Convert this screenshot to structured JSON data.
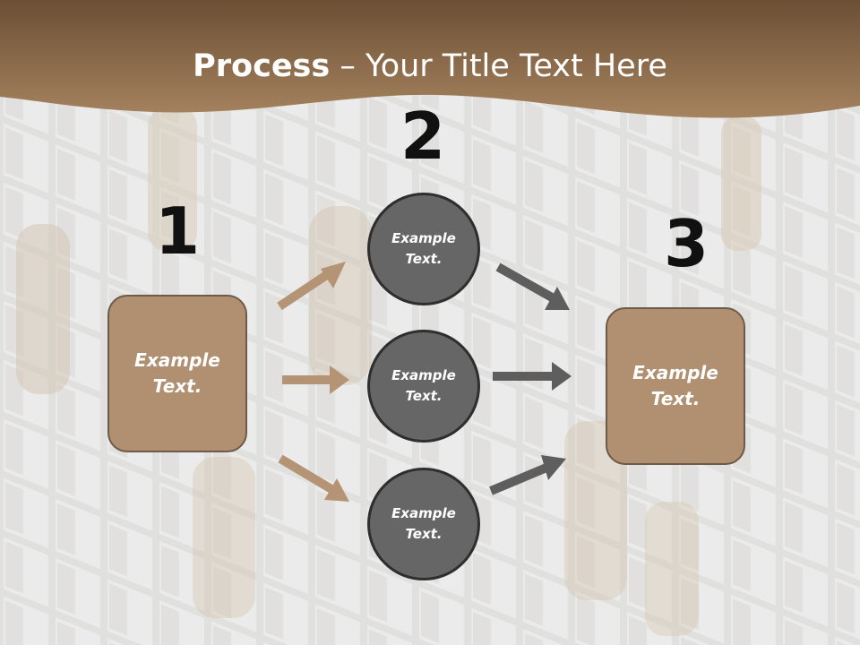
{
  "slide": {
    "title_bold": "Process",
    "title_rest": " – Your Title Text Here",
    "colors": {
      "header_brown": "#9b7a58",
      "box_tan": "#b09070",
      "circle_gray": "#666666",
      "arrow_tan": "#b49474",
      "arrow_gray": "#5e5e5e"
    }
  },
  "steps": {
    "step1_number": "1",
    "step2_number": "2",
    "step3_number": "3"
  },
  "boxes": {
    "left_text": "Example Text.",
    "right_text": "Example Text."
  },
  "circles": {
    "top_text": "Example Text.",
    "middle_text": "Example Text.",
    "bottom_text": "Example Text."
  }
}
